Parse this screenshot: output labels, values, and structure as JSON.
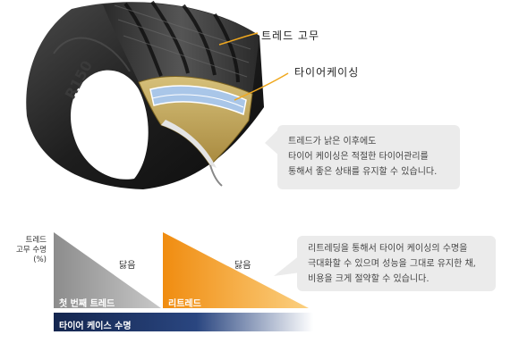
{
  "tire": {
    "label_tread": "트레드 고무",
    "label_casing": "타이어케이싱",
    "sidewall_text": "R150"
  },
  "callout_top": {
    "line1": "트레드가 낡은 이후에도",
    "line2": "타이어 케이싱은 적절한 타이어관리를",
    "line3": "통해서 좋은 상태를 유지할 수 있습니다."
  },
  "diagram": {
    "y_axis_label_line1": "트레드",
    "y_axis_label_line2": "고무 수명",
    "y_axis_label_line3": "(%)",
    "wear_label_1": "닳음",
    "wear_label_2": "닳음",
    "first_tread_label": "첫 번째 트레드",
    "retread_label": "리트레드",
    "casing_life_label": "타이어 케이스 수명",
    "colors": {
      "first_tread": "#9a9a9a",
      "retread": "#f39a1e",
      "casing_bar": "#1c2f5e"
    }
  },
  "callout_bottom": {
    "line1": "리트레딩을 통해서 타이어 케이싱의 수명을",
    "line2": "극대화할 수 있으며 성능을 그대로 유지한 채,",
    "line3": "비용을 크게 절약할 수 있습니다."
  }
}
